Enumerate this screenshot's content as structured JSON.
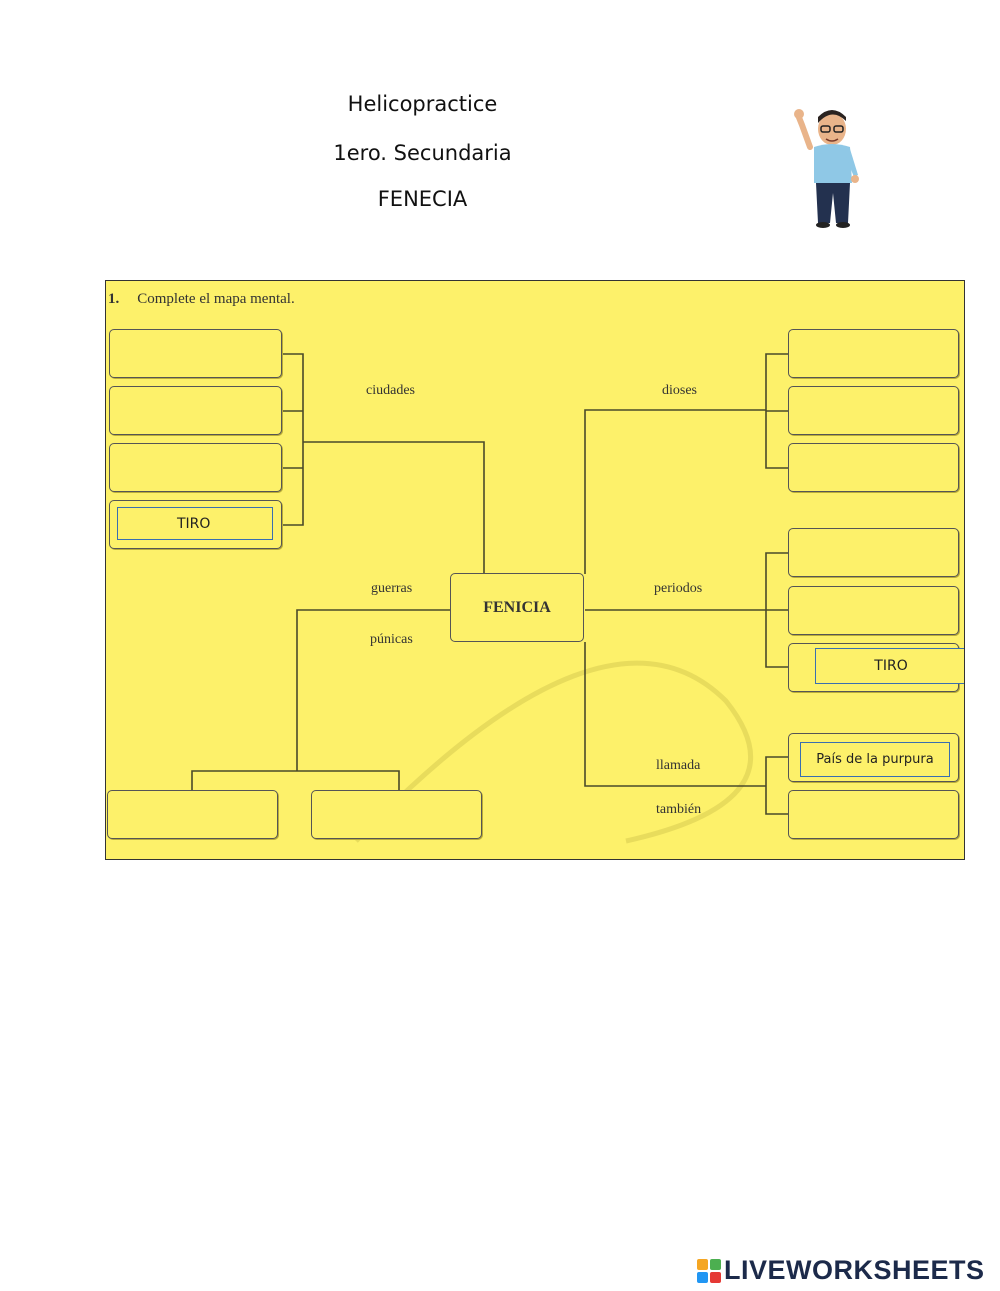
{
  "header": {
    "line1": "Helicopractice",
    "line2": "1ero. Secundaria",
    "line3": "FENECIA"
  },
  "mindmap": {
    "instruction_number": "1.",
    "instruction_text": "Complete el mapa mental.",
    "center_label": "FENICIA",
    "labels": {
      "ciudades": "ciudades",
      "dioses": "dioses",
      "guerras": "guerras",
      "punicas": "púnicas",
      "periodos": "periodos",
      "llamada": "llamada",
      "tambien": "también"
    },
    "answers": {
      "ciudades_4": "TIRO",
      "periodos_3": "TIRO",
      "llamada_1": "País de la purpura"
    }
  },
  "footer": {
    "brand": "LIVEWORKSHEETS"
  },
  "colors": {
    "map_background": "#fdf16a",
    "answer_border": "#3a6fb0",
    "brand_text": "#1c2a4a"
  }
}
